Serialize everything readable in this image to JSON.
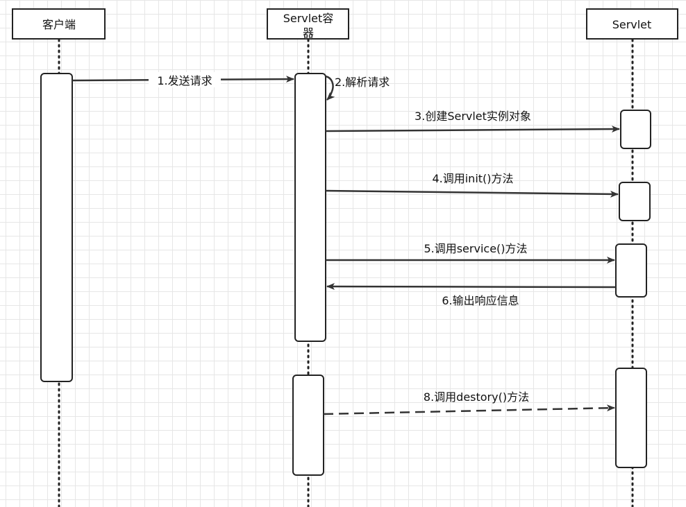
{
  "participants": {
    "client": "客户端",
    "container_line1": "Servlet容",
    "container_line2": "器",
    "servlet": "Servlet"
  },
  "messages": {
    "m1": "1.发送请求",
    "m2": "2.解析请求",
    "m3": "3.创建Servlet实例对象",
    "m4": "4.调用init()方法",
    "m5": "5.调用service()方法",
    "m6": "6.输出响应信息",
    "m8": "8.调用destory()方法"
  }
}
